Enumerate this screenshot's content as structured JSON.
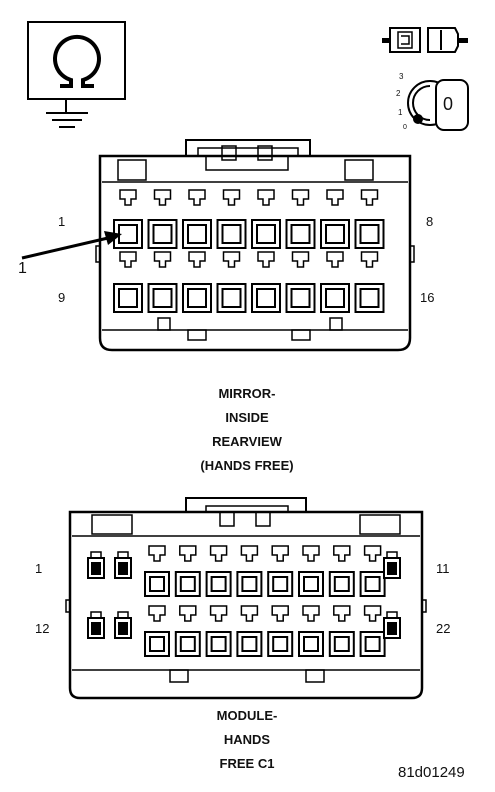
{
  "top_connector": {
    "caption_lines": [
      "MIRROR-",
      "INSIDE",
      "REARVIEW",
      "(HANDS FREE)"
    ],
    "pin_labels": {
      "top_left": "1",
      "top_right": "8",
      "bottom_left": "9",
      "bottom_right": "16"
    },
    "callout_label": "1",
    "pins_per_row": 8,
    "rows": 2
  },
  "bottom_connector": {
    "caption_lines": [
      "MODULE-",
      "HANDS",
      "FREE C1"
    ],
    "pin_labels": {
      "top_left": "1",
      "top_right": "11",
      "bottom_left": "12",
      "bottom_right": "22"
    },
    "pins_per_row": 11,
    "rows": 2
  },
  "legend": {
    "ohm_symbol": "ohmmeter-ground-symbol",
    "connector_icon": "connector-disconnect-icon",
    "ignition_icon": "ignition-key-icon",
    "ignition_positions": [
      "3",
      "2",
      "1",
      "0"
    ],
    "ignition_key_label": "0"
  },
  "figure_id": "81d01249"
}
